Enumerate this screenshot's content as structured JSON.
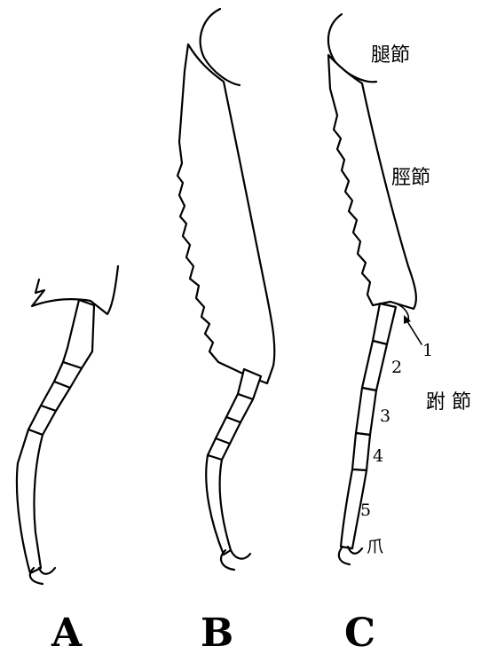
{
  "labels": {
    "femur": "腿節",
    "tibia": "脛節",
    "tarsus": "跗 節",
    "claw": "爪",
    "tarsomeres": [
      "1",
      "2",
      "3",
      "4",
      "5"
    ]
  },
  "panels": [
    "A",
    "B",
    "C"
  ]
}
